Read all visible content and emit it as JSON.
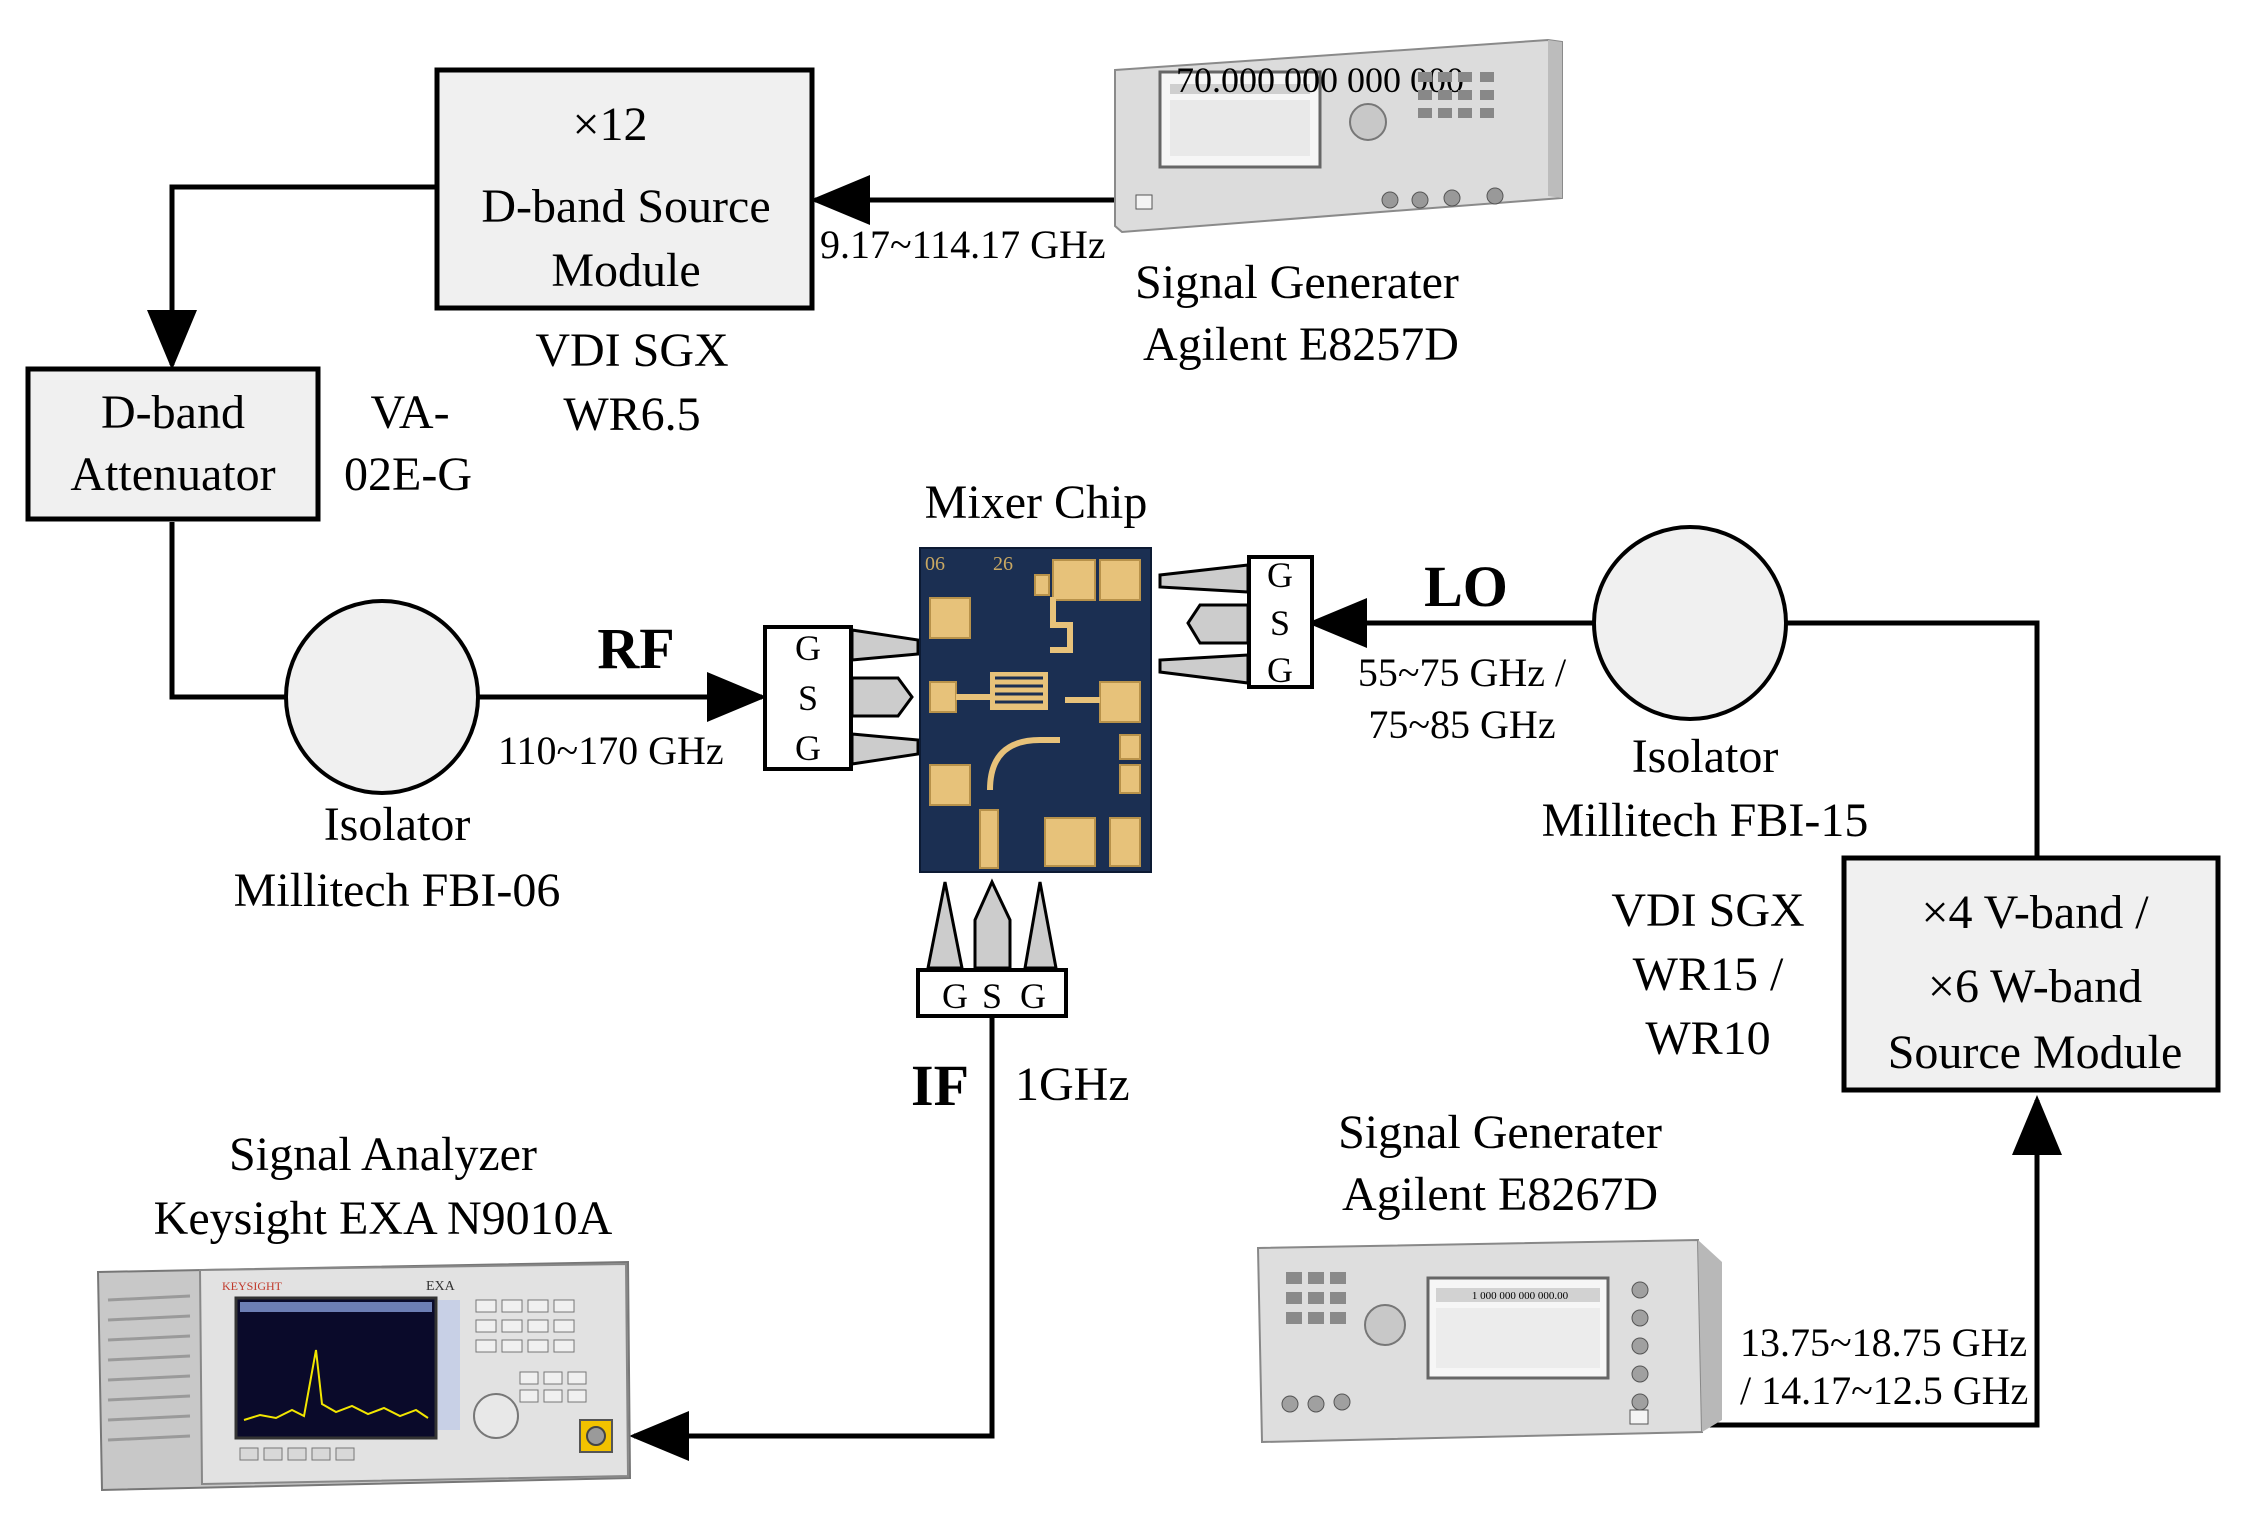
{
  "multiplier_top": {
    "factor": "×12",
    "name_line1": "D-band Source",
    "name_line2": "Module",
    "model_line1": "VDI SGX",
    "model_line2": "WR6.5"
  },
  "sig_gen_top": {
    "title_line1": "Signal Generater",
    "title_line2": "Agilent E8257D",
    "freq": "9.17~114.17 GHz",
    "display_text": "70.000 000 000 000"
  },
  "attenuator": {
    "name_line1": "D-band",
    "name_line2": "Attenuator",
    "model_line1": "VA-",
    "model_line2": "02E-G"
  },
  "mixer": {
    "title": "Mixer Chip",
    "chip_mark_1": "06",
    "chip_mark_2": "26"
  },
  "isolator_rf": {
    "title_line1": "Isolator",
    "title_line2": "Millitech FBI-06"
  },
  "rf": {
    "label": "RF",
    "freq": "110~170 GHz"
  },
  "lo": {
    "label": "LO",
    "freq_line1": "55~75 GHz /",
    "freq_line2": "75~85 GHz"
  },
  "isolator_lo": {
    "title_line1": "Isolator",
    "title_line2": "Millitech FBI-15"
  },
  "multiplier_lo": {
    "name_line1": "×4 V-band /",
    "name_line2": "×6 W-band",
    "name_line3": "Source Module",
    "model_line1": "VDI SGX",
    "model_line2": "WR15 /",
    "model_line3": "WR10"
  },
  "if": {
    "label": "IF",
    "freq": "1GHz"
  },
  "probe": {
    "g": "G",
    "s": "S"
  },
  "sig_analyzer": {
    "title_line1": "Signal Analyzer",
    "title_line2": "Keysight EXA N9010A",
    "brand": "KEYSIGHT",
    "badge": "EXA"
  },
  "sig_gen_lo": {
    "title_line1": "Signal Generater",
    "title_line2": "Agilent E8267D",
    "freq_line1": "13.75~18.75 GHz",
    "freq_line2": "/ 14.17~12.5 GHz",
    "display_text": "1 000 000 000 000.00"
  },
  "colors": {
    "box_fill": "#f0f0f0",
    "chip_bg": "#1b2f52",
    "pad_gold": "#e7c27a",
    "probe_fill": "#cccccc",
    "instrument_body": "#dedede",
    "analyzer_screen_bg": "#0a0a2a",
    "spectrum_trace": "#f2e600"
  }
}
